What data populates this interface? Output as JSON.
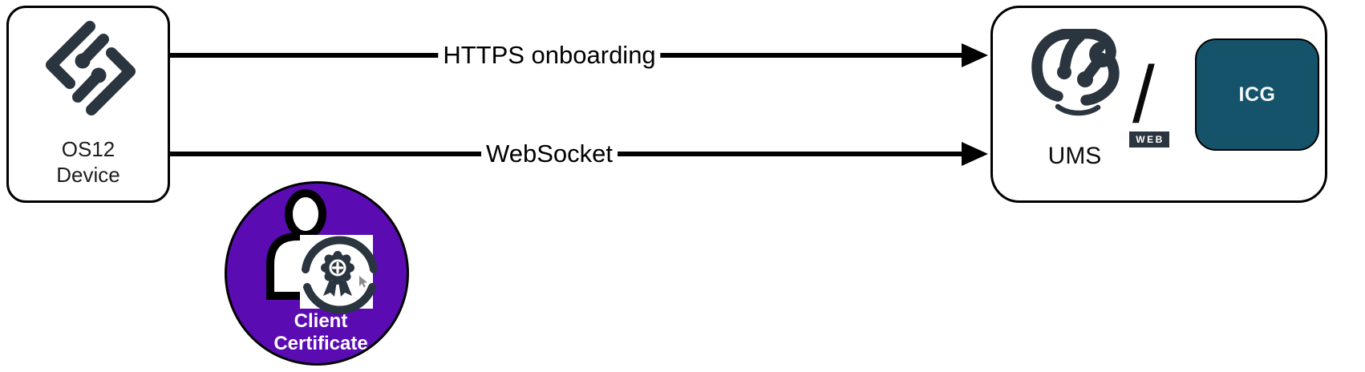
{
  "diagram": {
    "device_node": {
      "logo": "igel-os12-logo",
      "label_line1": "OS12",
      "label_line2": "Device"
    },
    "connections": [
      {
        "label": "HTTPS onboarding",
        "direction": "right"
      },
      {
        "label": "WebSocket",
        "direction": "right"
      }
    ],
    "ums_node": {
      "logo": "igel-ums-web-logo",
      "logo_badge": "WEB",
      "separator": "/",
      "icg_label": "ICG",
      "label": "UMS"
    },
    "certificate_badge": {
      "icon": "person-certificate",
      "label_line1": "Client",
      "label_line2": "Certificate"
    }
  },
  "colors": {
    "logo_dark": "#2b353f",
    "icg_teal": "#15536b",
    "certificate_purple": "#5a0cb2",
    "line_black": "#000000",
    "badge_text": "#ffffff"
  }
}
